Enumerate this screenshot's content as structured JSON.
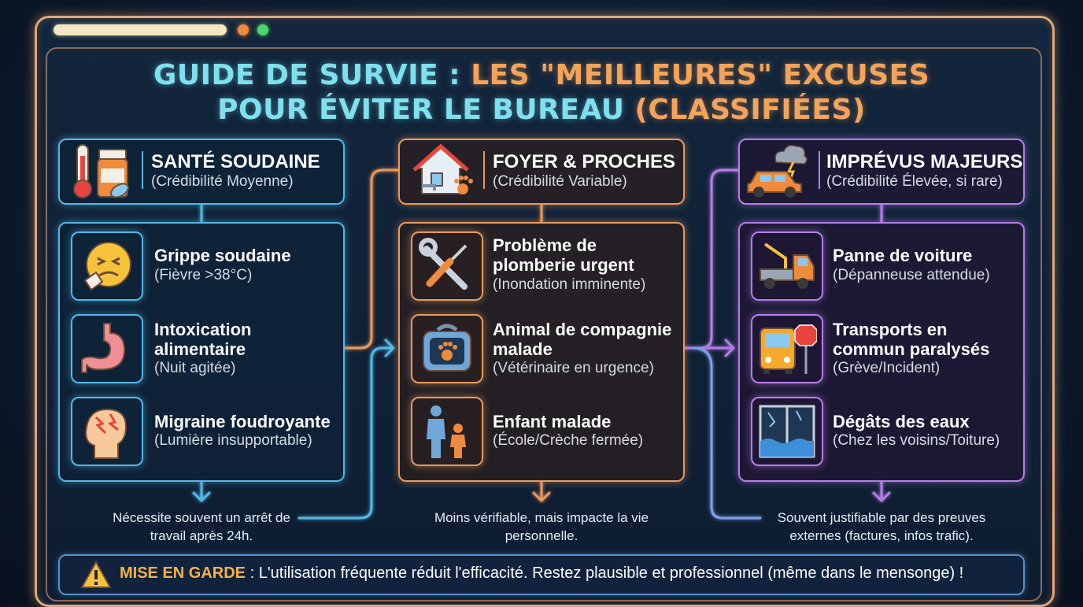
{
  "title": {
    "line1_part1": "GUIDE DE SURVIE : ",
    "line1_part2": "LES \"MEILLEURES\" EXCUSES",
    "line2_part1": "POUR ÉVITER LE BUREAU ",
    "line2_part2": "(CLASSIFIÉES)"
  },
  "colors": {
    "blue": "#55b8e6",
    "orange": "#e89a5c",
    "purple": "#b67ee8",
    "title_cyan": "#7fe0ee",
    "title_orange": "#f4a45a",
    "warning": "#f4b24a"
  },
  "columns": [
    {
      "title": "SANTÉ SOUDAINE",
      "subtitle": "(Crédibilité Moyenne)",
      "icon": "thermometer-pills-icon",
      "items": [
        {
          "title": "Grippe soudaine",
          "detail": "(Fièvre >38°C)",
          "icon": "sick-face-icon"
        },
        {
          "title": "Intoxication alimentaire",
          "detail": "(Nuit agitée)",
          "icon": "stomach-icon"
        },
        {
          "title": "Migraine foudroyante",
          "detail": "(Lumière insupportable)",
          "icon": "headache-icon"
        }
      ],
      "caption": "Nécessite souvent un arrêt de travail après 24h."
    },
    {
      "title": "FOYER & PROCHES",
      "subtitle": "(Crédibilité Variable)",
      "icon": "house-pet-icon",
      "items": [
        {
          "title": "Problème de plomberie urgent",
          "detail": "(Inondation imminente)",
          "icon": "wrench-screwdriver-icon"
        },
        {
          "title": "Animal de compagnie malade",
          "detail": "(Vétérinaire en urgence)",
          "icon": "pet-carrier-icon"
        },
        {
          "title": "Enfant malade",
          "detail": "(École/Crèche fermée)",
          "icon": "parent-child-icon"
        }
      ],
      "caption": "Moins vérifiable, mais impacte la vie personnelle."
    },
    {
      "title": "IMPRÉVUS MAJEURS",
      "subtitle": "(Crédibilité Élevée, si rare)",
      "icon": "car-storm-icon",
      "items": [
        {
          "title": "Panne de voiture",
          "detail": "(Dépanneuse attendue)",
          "icon": "tow-truck-icon"
        },
        {
          "title": "Transports en commun paralysés",
          "detail": "(Grève/Incident)",
          "icon": "bus-stop-icon"
        },
        {
          "title": "Dégâts des eaux",
          "detail": "(Chez les voisins/Toiture)",
          "icon": "flooded-window-icon"
        }
      ],
      "caption": "Souvent justifiable par des preuves externes (factures, infos trafic)."
    }
  ],
  "warning": {
    "label": "MISE EN GARDE",
    "text": " : L'utilisation fréquente réduit l'efficacité. Restez plausible et professionnel (même dans le mensonge) !",
    "icon": "warning-triangle-icon"
  }
}
